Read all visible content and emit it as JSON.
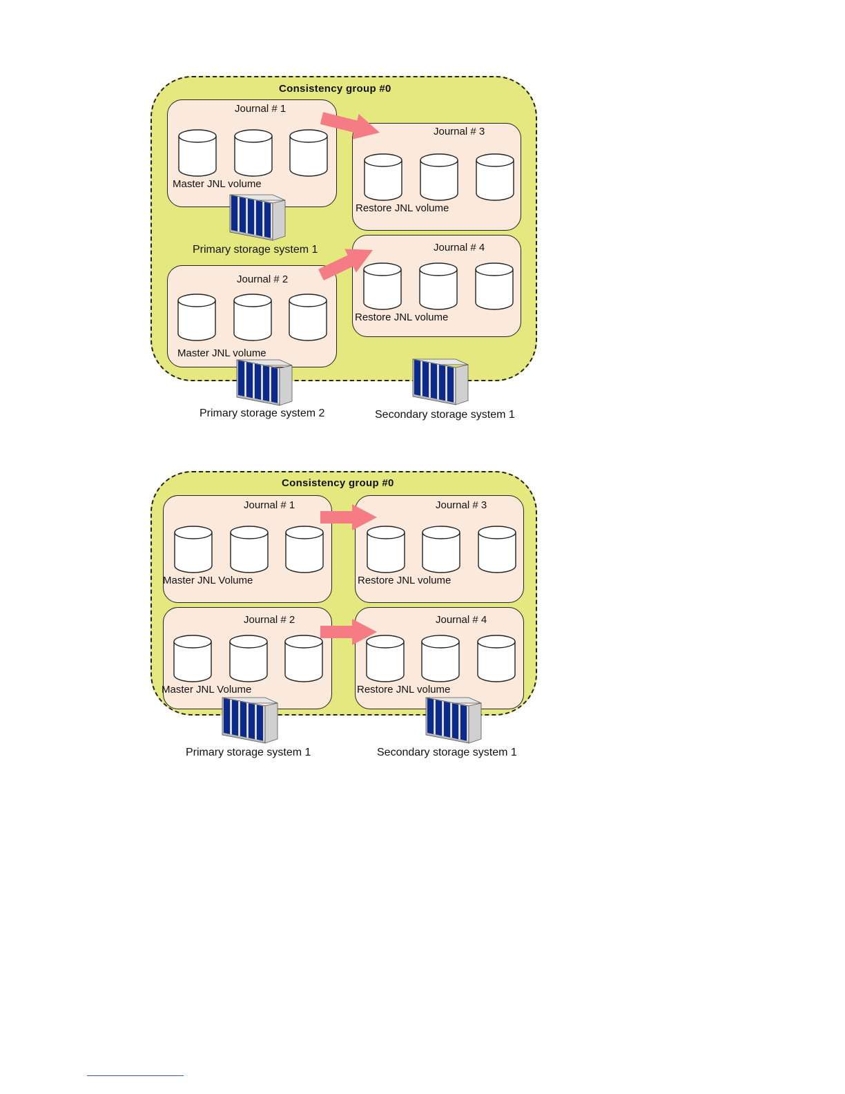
{
  "colors": {
    "group_fill": "#e5e87f",
    "journal_fill": "#fbe9dc",
    "arrow": "#f57c84",
    "server_blue": "#0c2a8a",
    "server_gray": "#b8b8b8"
  },
  "diagram1": {
    "group_title": "Consistency group  #0",
    "journals": [
      {
        "title": "Journal  # 1",
        "volume_label": "Master JNL volume"
      },
      {
        "title": "Journal  # 2",
        "volume_label": "Master JNL volume"
      },
      {
        "title": "Journal  # 3",
        "volume_label": "Restore JNL volume"
      },
      {
        "title": "Journal  # 4",
        "volume_label": "Restore JNL volume"
      }
    ],
    "storage_systems": [
      {
        "label": "Primary storage system 1"
      },
      {
        "label": "Primary storage system 2"
      },
      {
        "label": "Secondary storage system 1"
      }
    ]
  },
  "diagram2": {
    "group_title": "Consistency group #0",
    "journals": [
      {
        "title": "Journal  # 1",
        "volume_label": "Master JNL Volume"
      },
      {
        "title": "Journal  # 2",
        "volume_label": "Master JNL Volume"
      },
      {
        "title": "Journal  # 3",
        "volume_label": "Restore JNL volume"
      },
      {
        "title": "Journal  # 4",
        "volume_label": "Restore JNL volume"
      }
    ],
    "storage_systems": [
      {
        "label": "Primary storage system 1"
      },
      {
        "label": "Secondary storage system 1"
      }
    ]
  }
}
